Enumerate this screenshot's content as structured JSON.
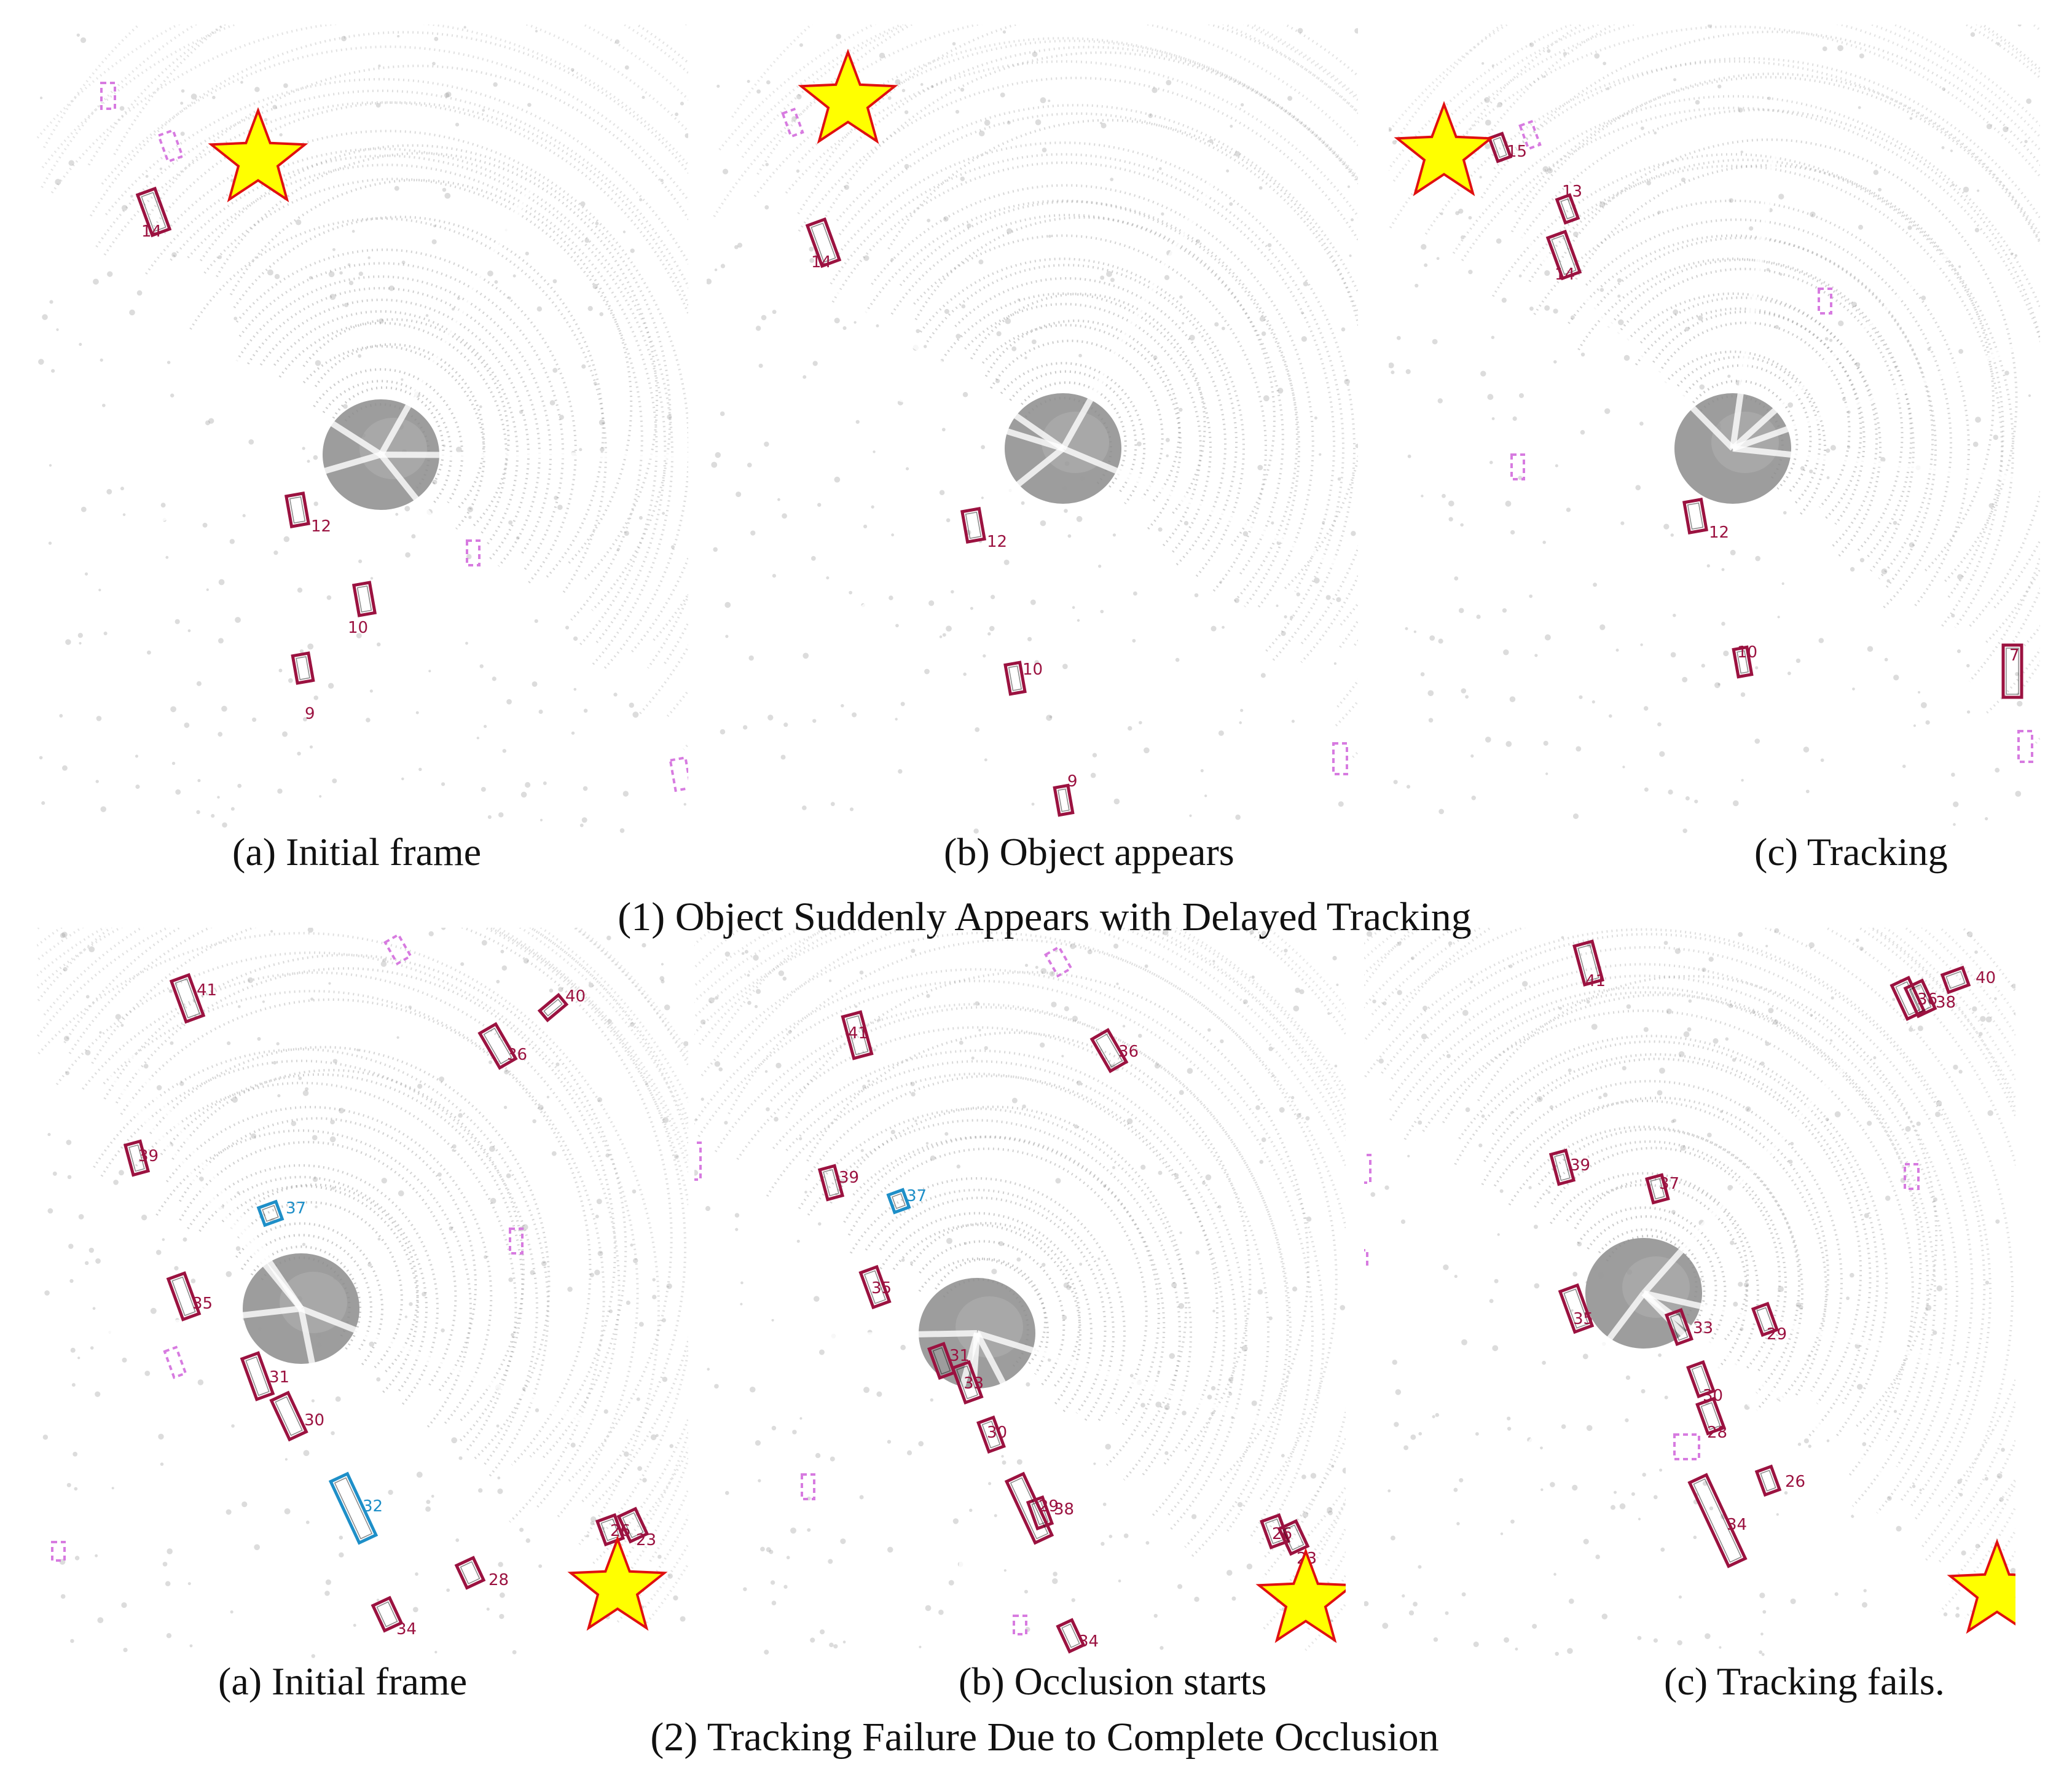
{
  "figure": {
    "sections": [
      {
        "title": "(1) Object Suddenly Appears with Delayed Tracking",
        "panels": [
          {
            "caption": "(a) Initial frame",
            "boxes": [
              {
                "label": "14",
                "color": "#9b1240"
              },
              {
                "label": "12",
                "color": "#9b1240"
              },
              {
                "label": "10",
                "color": "#9b1240"
              },
              {
                "label": "9",
                "color": "#9b1240"
              }
            ]
          },
          {
            "caption": "(b) Object appears",
            "boxes": [
              {
                "label": "14",
                "color": "#9b1240"
              },
              {
                "label": "12",
                "color": "#9b1240"
              },
              {
                "label": "10",
                "color": "#9b1240"
              },
              {
                "label": "9",
                "color": "#9b1240"
              }
            ]
          },
          {
            "caption": "(c) Tracking",
            "boxes": [
              {
                "label": "15",
                "color": "#9b1240"
              },
              {
                "label": "13",
                "color": "#9b1240"
              },
              {
                "label": "14",
                "color": "#9b1240"
              },
              {
                "label": "12",
                "color": "#9b1240"
              },
              {
                "label": "10",
                "color": "#9b1240"
              },
              {
                "label": "7",
                "color": "#9b1240"
              }
            ]
          }
        ]
      },
      {
        "title": "(2) Tracking Failure Due to Complete Occlusion",
        "panels": [
          {
            "caption": "(a) Initial frame",
            "boxes": [
              {
                "label": "41",
                "color": "#9b1240"
              },
              {
                "label": "40",
                "color": "#9b1240"
              },
              {
                "label": "36",
                "color": "#9b1240"
              },
              {
                "label": "39",
                "color": "#9b1240"
              },
              {
                "label": "37",
                "color": "#1e8fc8"
              },
              {
                "label": "35",
                "color": "#9b1240"
              },
              {
                "label": "31",
                "color": "#9b1240"
              },
              {
                "label": "30",
                "color": "#9b1240"
              },
              {
                "label": "32",
                "color": "#1e8fc8"
              },
              {
                "label": "26",
                "color": "#9b1240"
              },
              {
                "label": "23",
                "color": "#9b1240"
              },
              {
                "label": "28",
                "color": "#9b1240"
              },
              {
                "label": "34",
                "color": "#9b1240"
              }
            ]
          },
          {
            "caption": "(b) Occlusion starts",
            "boxes": [
              {
                "label": "41",
                "color": "#9b1240"
              },
              {
                "label": "36",
                "color": "#9b1240"
              },
              {
                "label": "39",
                "color": "#9b1240"
              },
              {
                "label": "37",
                "color": "#1e8fc8"
              },
              {
                "label": "35",
                "color": "#9b1240"
              },
              {
                "label": "31",
                "color": "#9b1240"
              },
              {
                "label": "33",
                "color": "#9b1240"
              },
              {
                "label": "30",
                "color": "#9b1240"
              },
              {
                "label": "38",
                "color": "#9b1240"
              },
              {
                "label": "29",
                "color": "#9b1240"
              },
              {
                "label": "26",
                "color": "#9b1240"
              },
              {
                "label": "23",
                "color": "#9b1240"
              },
              {
                "label": "34",
                "color": "#9b1240"
              }
            ]
          },
          {
            "caption": "(c) Tracking fails.",
            "boxes": [
              {
                "label": "41",
                "color": "#9b1240"
              },
              {
                "label": "36",
                "color": "#9b1240"
              },
              {
                "label": "38",
                "color": "#9b1240"
              },
              {
                "label": "40",
                "color": "#9b1240"
              },
              {
                "label": "39",
                "color": "#9b1240"
              },
              {
                "label": "37",
                "color": "#9b1240"
              },
              {
                "label": "35",
                "color": "#9b1240"
              },
              {
                "label": "33",
                "color": "#9b1240"
              },
              {
                "label": "30",
                "color": "#9b1240"
              },
              {
                "label": "28",
                "color": "#9b1240"
              },
              {
                "label": "29",
                "color": "#9b1240"
              },
              {
                "label": "26",
                "color": "#9b1240"
              },
              {
                "label": "34",
                "color": "#9b1240"
              }
            ]
          }
        ]
      }
    ],
    "colors": {
      "tracked_box": "#9b1240",
      "ground_truth_box": "#d77be0",
      "highlight_box": "#1e8fc8",
      "star_fill": "#ffff00",
      "star_stroke": "#e01010",
      "point_cloud": "#9a9a9a"
    }
  }
}
